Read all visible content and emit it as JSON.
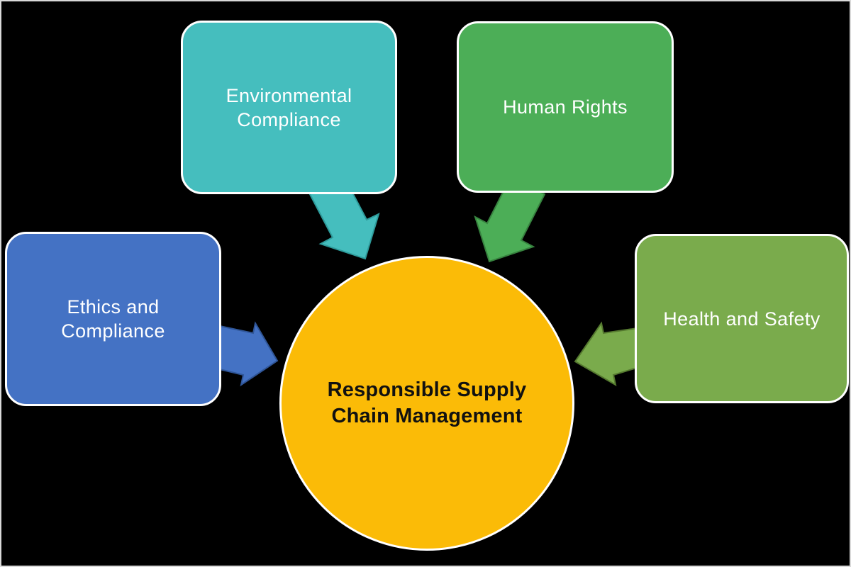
{
  "canvas": {
    "background": "#000000",
    "frame_border": "#d9d9d9"
  },
  "center": {
    "label": "Responsible Supply\nChain Management",
    "fill": "#FBBB07",
    "border": "#FFFFFF",
    "text_color": "#111111"
  },
  "nodes": [
    {
      "id": "environmental-compliance",
      "label": "Environmental\nCompliance",
      "fill": "#45BEBE",
      "border": "#FFFFFF",
      "text_color": "#FFFFFF",
      "arrow": {
        "fill": "#45BEBE",
        "stroke": "#2E9B9B"
      }
    },
    {
      "id": "human-rights",
      "label": "Human  Rights",
      "fill": "#4CAE57",
      "border": "#FFFFFF",
      "text_color": "#FFFFFF",
      "arrow": {
        "fill": "#4CAE57",
        "stroke": "#37833F"
      }
    },
    {
      "id": "ethics-and-compliance",
      "label": "Ethics and\nCompliance",
      "fill": "#4472C4",
      "border": "#FFFFFF",
      "text_color": "#FFFFFF",
      "arrow": {
        "fill": "#4472C4",
        "stroke": "#2F5597"
      }
    },
    {
      "id": "health-and-safety",
      "label": "Health and Safety",
      "fill": "#7AAB4C",
      "border": "#FFFFFF",
      "text_color": "#FFFFFF",
      "arrow": {
        "fill": "#7AAB4C",
        "stroke": "#55792F"
      }
    }
  ],
  "connections": [
    {
      "from": "environmental-compliance",
      "to": "center"
    },
    {
      "from": "human-rights",
      "to": "center"
    },
    {
      "from": "ethics-and-compliance",
      "to": "center"
    },
    {
      "from": "health-and-safety",
      "to": "center"
    }
  ]
}
